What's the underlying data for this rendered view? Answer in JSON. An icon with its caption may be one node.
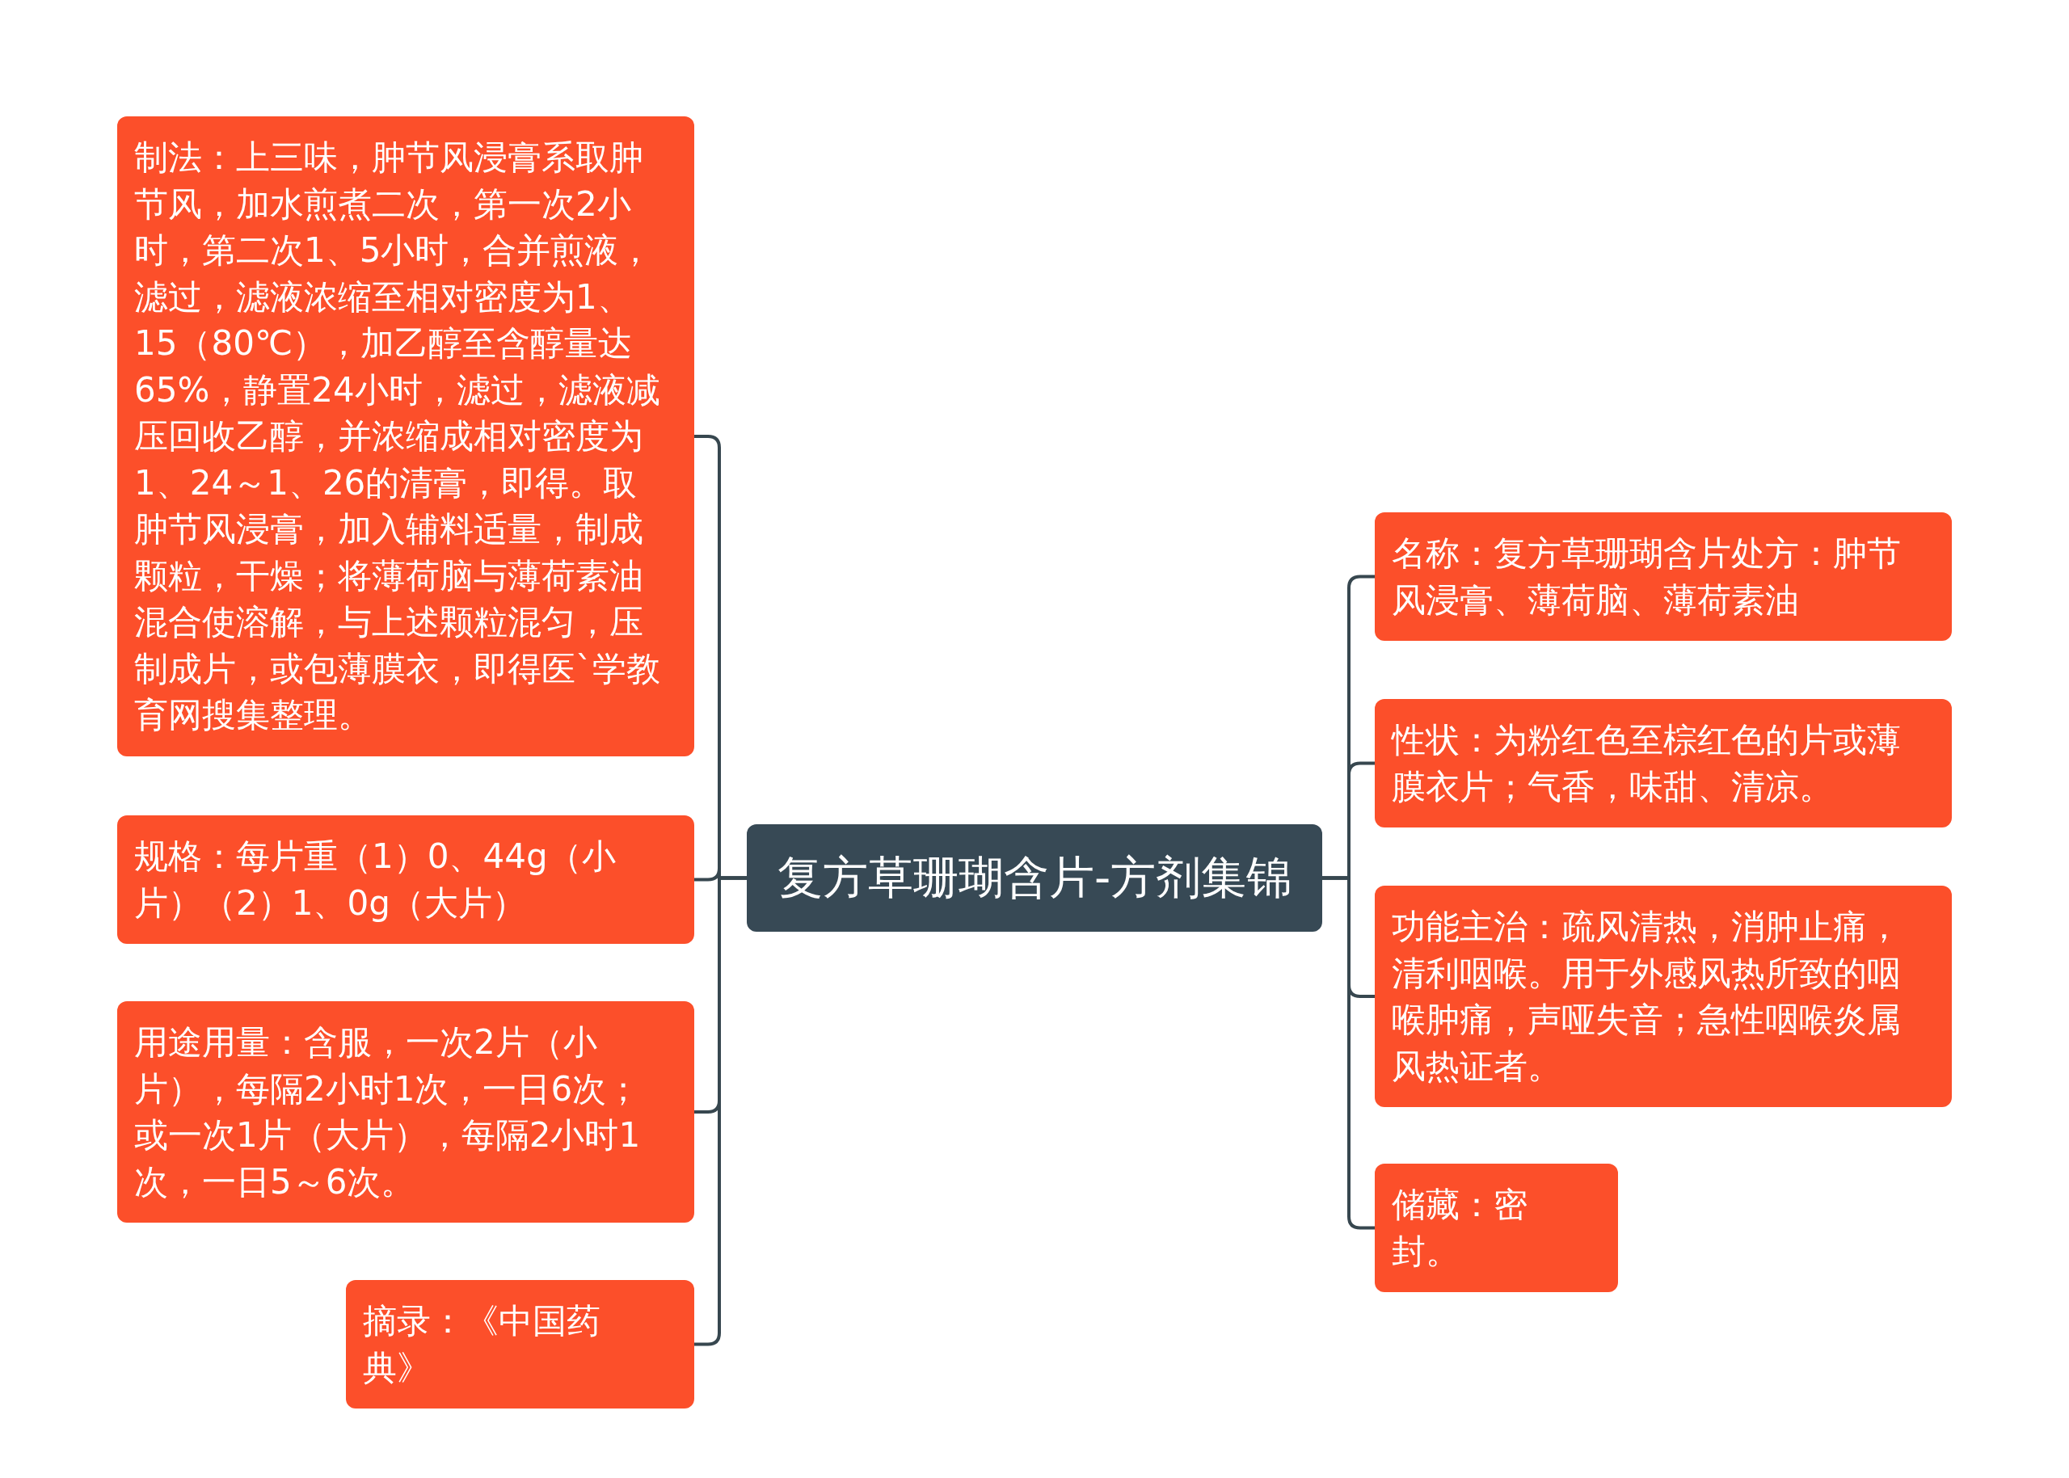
{
  "diagram": {
    "nodes": [
      {
        "text": [
          "复方草珊瑚含片-方剂集锦"
        ]
      },
      {
        "text": [
          "制法：上三味，肿节风浸膏系取肿节风，加水煎煮二次，第一次2小时，第二次1、5小时，合并煎液，滤过，滤液浓缩至相对密度为1、15（80℃），加乙醇至含醇量达65%，静置24小时，滤过，滤液减压回收乙醇，并浓缩成相对密度为1、24～1、26的清膏，即得。取肿节风浸膏，加入辅料适量，制成颗粒，干燥；将薄荷脑与薄荷素油混合使溶解，与上述颗粒混匀，压制成片，或包薄膜衣，即得医`学教育网搜集整理。"
        ]
      },
      {
        "text": [
          "规格：每片重（1）0、44g（小片）（2）1、0g（大片）"
        ]
      },
      {
        "text": [
          "用途用量：含服，一次2片（小片），每隔2小时1次，一日6次；或一次1片（大片），每隔2小时1次，一日5～6次。"
        ]
      },
      {
        "text": [
          "摘录：《中国药典》"
        ]
      },
      {
        "text": [
          "名称：复方草珊瑚含片处方：肿节风浸膏、薄荷脑、薄荷素油"
        ]
      },
      {
        "text": [
          "性状：为粉红色至棕红色的片或薄膜衣片；气香，味甜、清凉。"
        ]
      },
      {
        "text": [
          "功能主治：疏风清热，消肿止痛，清利咽喉。用于外感风热所致的咽喉肿痛，声哑失音；急性咽喉炎属风热证者。"
        ]
      },
      {
        "text": [
          "储藏：密封。"
        ]
      }
    ],
    "edges": [
      {
        "from": 0,
        "to": 1,
        "arrow": "none"
      },
      {
        "from": 0,
        "to": 2,
        "arrow": "none"
      },
      {
        "from": 0,
        "to": 3,
        "arrow": "none"
      },
      {
        "from": 0,
        "to": 4,
        "arrow": "none"
      },
      {
        "from": 0,
        "to": 5,
        "arrow": "none"
      },
      {
        "from": 0,
        "to": 6,
        "arrow": "none"
      },
      {
        "from": 0,
        "to": 7,
        "arrow": "none"
      },
      {
        "from": 0,
        "to": 8,
        "arrow": "none"
      }
    ]
  }
}
